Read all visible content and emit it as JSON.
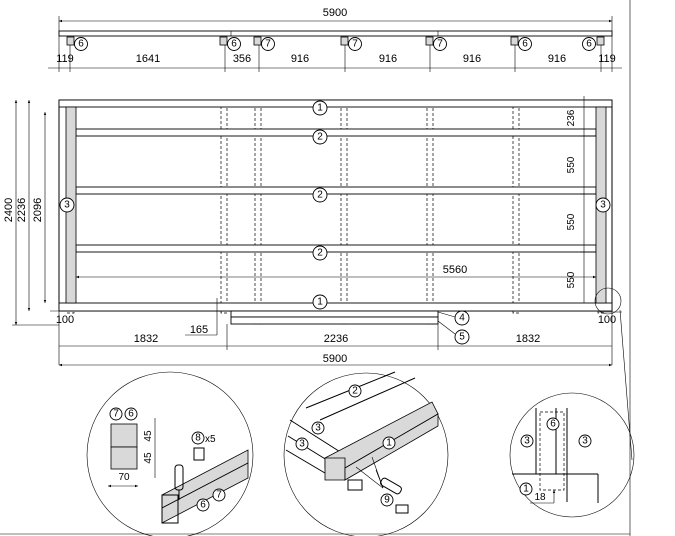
{
  "top_view": {
    "overall": "5900",
    "parts": [
      "6",
      "6",
      "7",
      "7",
      "7",
      "6",
      "6"
    ],
    "spacings": [
      "119",
      "1641",
      "356",
      "916",
      "916",
      "916",
      "916",
      "119"
    ]
  },
  "front_view": {
    "beam_labels": [
      "1",
      "2",
      "2",
      "2",
      "1"
    ],
    "post_labels": [
      "3",
      "3"
    ],
    "lower_labels": [
      "4",
      "5"
    ],
    "height_dims": [
      "2400",
      "2236",
      "2096"
    ],
    "right_dims": [
      "236",
      "550",
      "550",
      "550"
    ],
    "inner_width": "5560",
    "end_offsets": [
      "100",
      "100"
    ],
    "offset_165": "165",
    "bottom_spans": [
      "1832",
      "2236",
      "1832"
    ],
    "overall": "5900"
  },
  "detail_a": {
    "labels": [
      "7",
      "6",
      "8",
      "6",
      "7"
    ],
    "qty": "x5",
    "dims": [
      "45",
      "45",
      "70"
    ]
  },
  "detail_b": {
    "labels": [
      "2",
      "3",
      "3",
      "1",
      "9"
    ]
  },
  "detail_c": {
    "labels": [
      "6",
      "3",
      "3",
      "1"
    ],
    "dim": "18"
  }
}
